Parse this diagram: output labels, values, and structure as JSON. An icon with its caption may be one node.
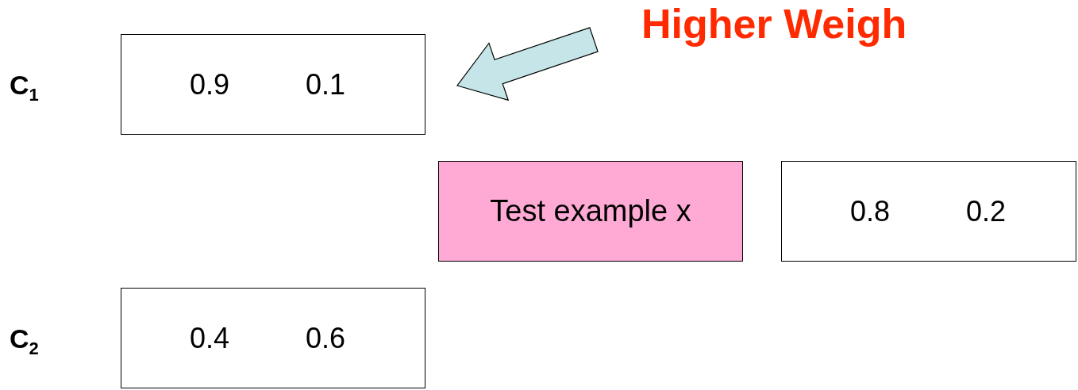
{
  "diagram": {
    "nodes": [
      {
        "text": [
          "0.9",
          "0.1"
        ]
      },
      {
        "text": [
          "Test example x"
        ]
      },
      {
        "text": [
          "0.8",
          "0.2"
        ]
      },
      {
        "text": [
          "0.4",
          "0.6"
        ]
      },
      {
        "text": [
          "Higher Weigh"
        ]
      }
    ],
    "edges": [
      {
        "from": 4,
        "to": 0,
        "arrow": "to",
        "style": "thick",
        "color": "#c5e5e8"
      }
    ],
    "labels": [
      "C$_{1}$",
      "C$_{2}$"
    ]
  }
}
